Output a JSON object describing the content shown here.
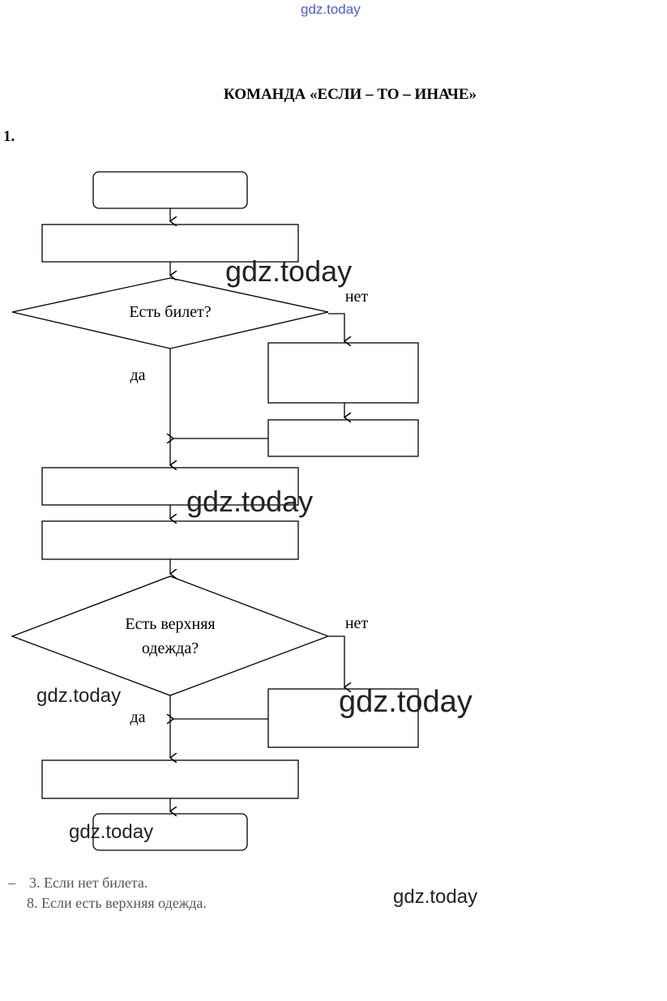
{
  "watermark_top": "gdz.today",
  "watermark": "gdz.today",
  "title": "КОМАНДА «ЕСЛИ – ТО – ИНАЧЕ»",
  "task_number": "1.",
  "flowchart": {
    "decision1": "Есть билет?",
    "decision2_line1": "Есть верхняя",
    "decision2_line2": "одежда?",
    "yes": "да",
    "no": "нет"
  },
  "answers": {
    "dash": "–",
    "line1": "3. Если нет билета.",
    "line2": "8. Если есть верхняя одежда."
  }
}
